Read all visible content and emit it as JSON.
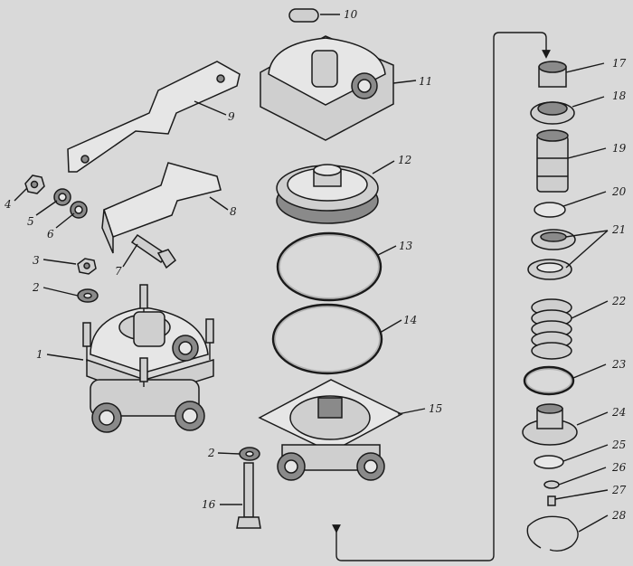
{
  "diagram": {
    "background": "#d9d9d9",
    "ink": "#1a1a1a",
    "callouts": [
      "1",
      "2",
      "3",
      "4",
      "5",
      "6",
      "7",
      "8",
      "9",
      "10",
      "11",
      "12",
      "13",
      "14",
      "15",
      "16",
      "17",
      "18",
      "19",
      "20",
      "21",
      "22",
      "23",
      "24",
      "25",
      "26",
      "27",
      "28"
    ],
    "extra_callouts": {
      "2b": "2"
    }
  }
}
